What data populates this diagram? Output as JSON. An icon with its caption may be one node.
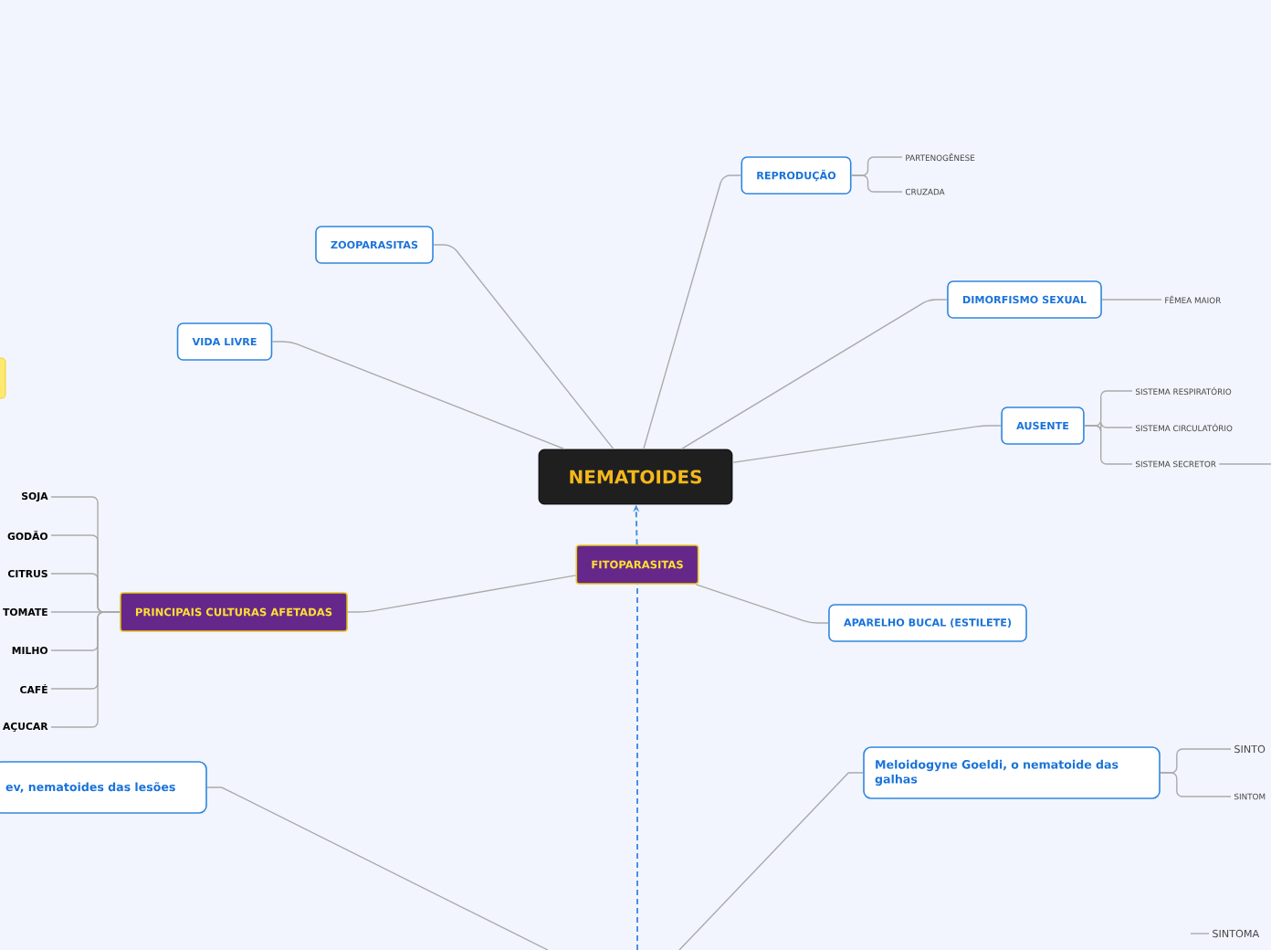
{
  "diagram": {
    "nodes": [
      {
        "text": [
          "NEMATOIDES"
        ]
      },
      {
        "text": [
          "REPRODUÇÃO"
        ]
      },
      {
        "text": [
          "PARTENOGÊNESE"
        ]
      },
      {
        "text": [
          "CRUZADA"
        ]
      },
      {
        "text": [
          "ZOOPARASITAS"
        ]
      },
      {
        "text": [
          "DIMORFISMO SEXUAL"
        ]
      },
      {
        "text": [
          "FÊMEA MAIOR"
        ]
      },
      {
        "text": [
          "VIDA LIVRE"
        ]
      },
      {
        "text": [
          "AUSENTE"
        ]
      },
      {
        "text": [
          "SISTEMA RESPIRATÓRIO"
        ]
      },
      {
        "text": [
          "SISTEMA CIRCULATÓRIO"
        ]
      },
      {
        "text": [
          "SISTEMA SECRETOR"
        ]
      },
      {
        "text": [
          "FITOPARASITAS"
        ]
      },
      {
        "text": [
          "PRINCIPAIS CULTURAS AFETADAS"
        ]
      },
      {
        "text": [
          "SOJA"
        ]
      },
      {
        "text": [
          "GODÃO"
        ]
      },
      {
        "text": [
          "CITRUS"
        ]
      },
      {
        "text": [
          "TOMATE"
        ]
      },
      {
        "text": [
          "MILHO"
        ]
      },
      {
        "text": [
          "CAFÉ"
        ]
      },
      {
        "text": [
          "AÇUCAR"
        ]
      },
      {
        "text": [
          "APARELHO BUCAL (ESTILETE)"
        ]
      },
      {
        "text": [
          "ev, nematoides das lesões"
        ]
      },
      {
        "text": [
          "Meloidogyne Goeldi, o nematoide das galhas"
        ]
      },
      {
        "text": [
          "SINTO"
        ]
      },
      {
        "text": [
          "SINTOM"
        ]
      },
      {
        "text": [
          "SINTOMA"
        ]
      },
      {
        "text": [],
        "shape": "box"
      }
    ],
    "edges": [
      {
        "from": 0,
        "to": 1,
        "arrow": "none"
      },
      {
        "from": 1,
        "to": 2,
        "arrow": "none"
      },
      {
        "from": 1,
        "to": 3,
        "arrow": "none"
      },
      {
        "from": 0,
        "to": 4,
        "arrow": "none"
      },
      {
        "from": 0,
        "to": 5,
        "arrow": "none"
      },
      {
        "from": 5,
        "to": 6,
        "arrow": "none"
      },
      {
        "from": 0,
        "to": 7,
        "arrow": "none"
      },
      {
        "from": 0,
        "to": 8,
        "arrow": "none"
      },
      {
        "from": 8,
        "to": 9,
        "arrow": "none"
      },
      {
        "from": 8,
        "to": 10,
        "arrow": "none"
      },
      {
        "from": 8,
        "to": 11,
        "arrow": "none"
      },
      {
        "from": 11,
        "to": null,
        "arrow": "none"
      },
      {
        "from": 12,
        "to": 0,
        "arrow": "to",
        "style": "dashed",
        "color": "#4a90e2"
      },
      {
        "from": null,
        "to": 12,
        "arrow": "none",
        "style": "dashed",
        "color": "#4a90e2"
      },
      {
        "from": 12,
        "to": 13,
        "arrow": "none"
      },
      {
        "from": 13,
        "to": 14,
        "arrow": "none"
      },
      {
        "from": 13,
        "to": 15,
        "arrow": "none"
      },
      {
        "from": 13,
        "to": 16,
        "arrow": "none"
      },
      {
        "from": 13,
        "to": 17,
        "arrow": "none"
      },
      {
        "from": 13,
        "to": 18,
        "arrow": "none"
      },
      {
        "from": 13,
        "to": 19,
        "arrow": "none"
      },
      {
        "from": 13,
        "to": 20,
        "arrow": "none"
      },
      {
        "from": 12,
        "to": 21,
        "arrow": "none"
      },
      {
        "from": null,
        "to": 22,
        "arrow": "none"
      },
      {
        "from": null,
        "to": 23,
        "arrow": "none"
      },
      {
        "from": 23,
        "to": 24,
        "arrow": "none"
      },
      {
        "from": 23,
        "to": 25,
        "arrow": "none"
      },
      {
        "from": null,
        "to": 26,
        "arrow": "none"
      }
    ]
  }
}
